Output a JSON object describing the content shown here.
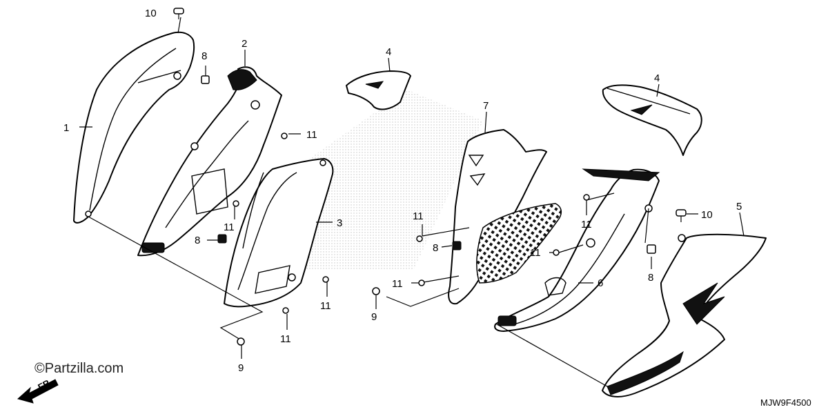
{
  "diagram": {
    "callouts": {
      "c1": "1",
      "c2": "2",
      "c3": "3",
      "c4a": "4",
      "c4b": "4",
      "c5": "5",
      "c6": "6",
      "c7": "7",
      "c8a": "8",
      "c8b": "8",
      "c8c": "8",
      "c8d": "8",
      "c9a": "9",
      "c9b": "9",
      "c10a": "10",
      "c10b": "10",
      "c11a": "11",
      "c11b": "11",
      "c11c": "11",
      "c11d": "11",
      "c11e": "11",
      "c11f": "11",
      "c11g": "11",
      "c11h": "11"
    },
    "watermark": "©Partzilla.com",
    "direction_marker": "FR.",
    "diagram_code": "MJW9F4500"
  },
  "colors": {
    "ink": "#000000",
    "background": "#ffffff",
    "watermark_dots": "#b0b0b0"
  }
}
